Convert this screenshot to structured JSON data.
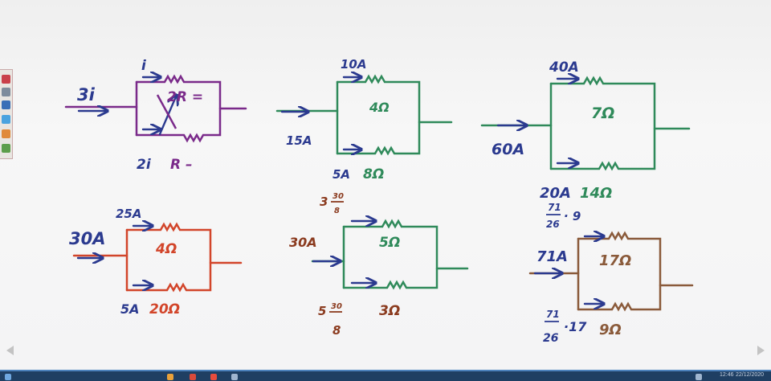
{
  "circuits": {
    "c1": {
      "color": "#7a2a8a",
      "input_current": "3i",
      "top_current": "i",
      "top_resistor": "2R =",
      "bottom_current": "2i",
      "bottom_resistor": "R –"
    },
    "c2": {
      "color": "#2f8a5a",
      "input_current": "15A",
      "top_current": "10A",
      "top_resistor": "4Ω",
      "bottom_current": "5A",
      "bottom_resistor": "8Ω"
    },
    "c3": {
      "color": "#2f8a5a",
      "input_current": "60A",
      "top_current": "40A",
      "top_resistor": "7Ω",
      "bottom_current": "20A",
      "bottom_resistor": "14Ω"
    },
    "c4": {
      "color": "#d2452a",
      "input_current": "30A",
      "top_current": "25A",
      "top_resistor": "4Ω",
      "bottom_current": "5A",
      "bottom_resistor": "20Ω"
    },
    "c5": {
      "color": "#2f8a5a",
      "input_current": "30A",
      "top_current_whole": "3",
      "top_current_num": "30",
      "top_current_den": "8",
      "top_resistor": "5Ω",
      "bottom_current_whole": "5",
      "bottom_current_num": "30",
      "bottom_current_den": "8",
      "bottom_resistor": "3Ω"
    },
    "c6": {
      "color": "#8a5a3a",
      "input_current": "71A",
      "top_current_num": "71",
      "top_current_den": "26",
      "top_current_mult": "· 9",
      "top_resistor": "17Ω",
      "bottom_current_num": "71",
      "bottom_current_den": "26",
      "bottom_current_mult": "·17",
      "bottom_resistor": "9Ω"
    }
  },
  "colors": {
    "ink_blue": "#2b3a8f",
    "ink_purple": "#7a2a8a",
    "ink_green": "#2f8a5a",
    "ink_red": "#d2452a",
    "ink_brown": "#8a5a3a",
    "marker_brown": "#8b3b1f"
  },
  "taskbar": {
    "clock": "12:46",
    "date": "22/12/2020"
  }
}
